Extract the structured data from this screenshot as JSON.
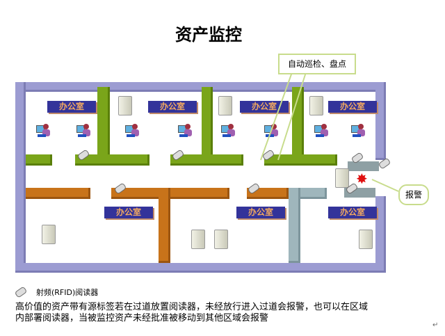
{
  "title": "资产监控",
  "callouts": {
    "patrol": "自动巡检、盘点",
    "alarm": "报警"
  },
  "office_label": "办公室",
  "offices": [
    "办公室",
    "办公室",
    "办公室",
    "办公室",
    "办公室",
    "办公室",
    "办公室"
  ],
  "legend": {
    "reader_icon": "rfid-reader-icon",
    "reader_label": "射频(RFID)阅读器"
  },
  "description": [
    "高价值的资产带有源标签若在过道放置阅读器，未经放行进入过道会报警，也可以在区域",
    "内部署阅读器，当被监控资产未经批准被移动到其他区域会报警"
  ],
  "paragraph_mark": "↵",
  "colors": {
    "wall": "#9c9cd2",
    "partition_green": "#7aa51a",
    "partition_brown": "#c8731a",
    "label_bg": "#33339a",
    "alarm": "#e01010"
  }
}
